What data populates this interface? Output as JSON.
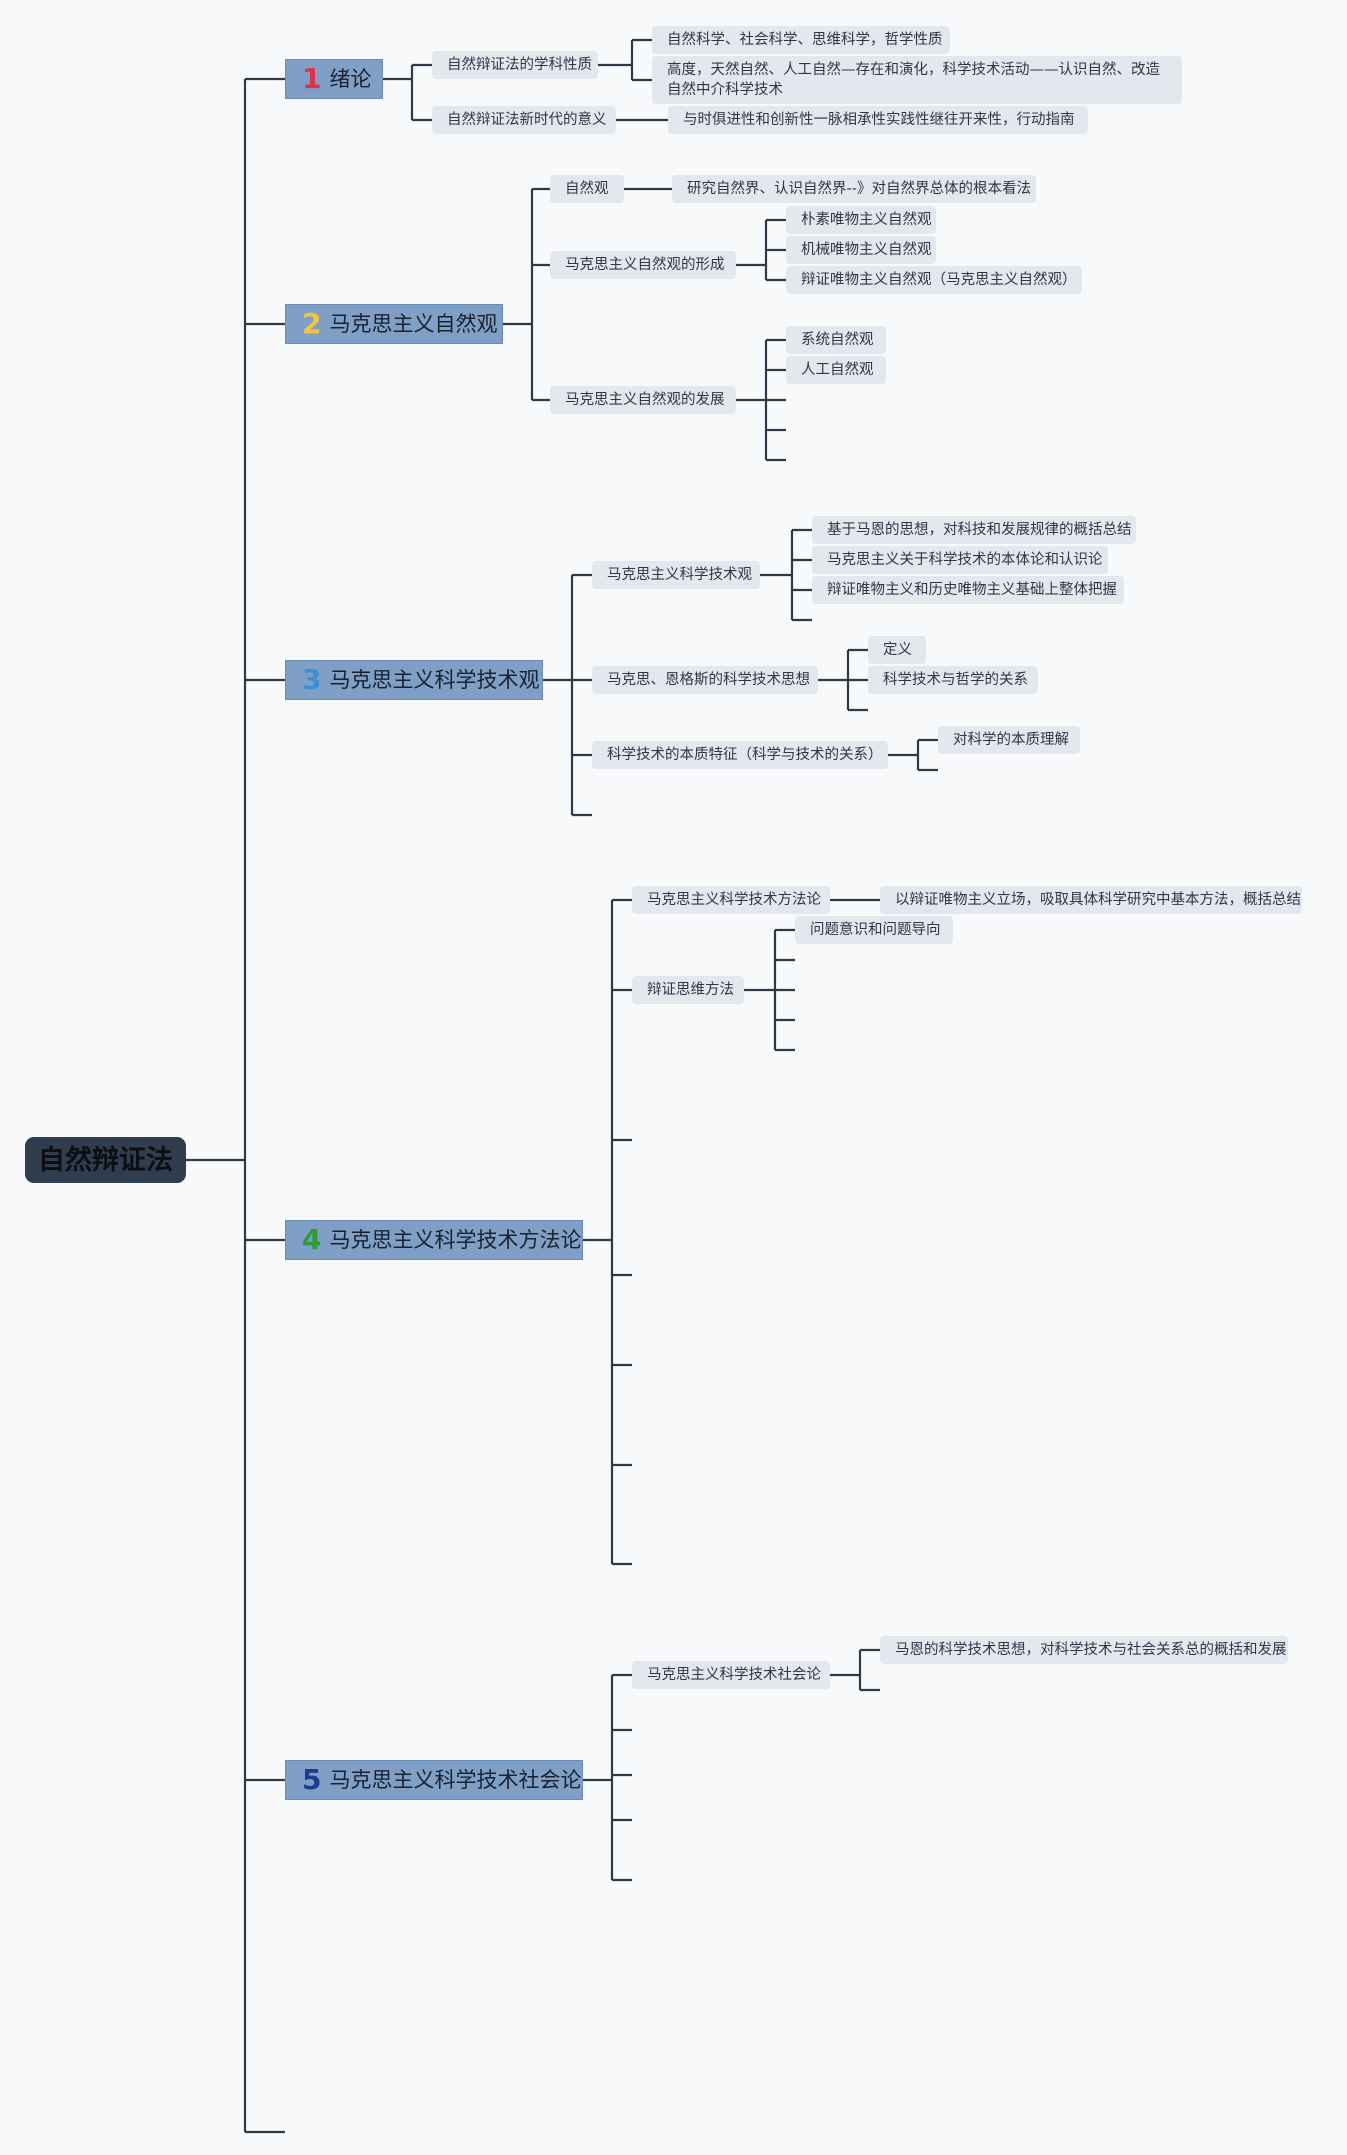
{
  "root": {
    "label": "自然辩证法"
  },
  "branches": [
    {
      "num": "1",
      "num_color": "#e03147",
      "label": "绪论",
      "children": [
        {
          "label": "自然辩证法的学科性质",
          "children": [
            {
              "label": "自然科学、社会科学、思维科学，哲学性质"
            },
            {
              "label": "高度，天然自然、人工自然—存在和演化，科学技术活动——认识自然、改造自然中介科学技术"
            }
          ]
        },
        {
          "label": "自然辩证法新时代的意义",
          "children": [
            {
              "label": "与时俱进性和创新性一脉相承性实践性继往开来性，行动指南"
            }
          ]
        }
      ]
    },
    {
      "num": "2",
      "num_color": "#f5c542",
      "label": "马克思主义自然观",
      "children": [
        {
          "label": "自然观",
          "children": [
            {
              "label": "研究自然界、认识自然界--》对自然界总体的根本看法"
            }
          ]
        },
        {
          "label": "马克思主义自然观的形成",
          "children": [
            {
              "label": "朴素唯物主义自然观"
            },
            {
              "label": "机械唯物主义自然观"
            },
            {
              "label": "辩证唯物主义自然观（马克思主义自然观）"
            }
          ]
        },
        {
          "label": "马克思主义自然观的发展",
          "children": [
            {
              "label": "系统自然观"
            },
            {
              "label": "人工自然观"
            }
          ]
        }
      ]
    },
    {
      "num": "3",
      "num_color": "#3a8fd6",
      "label": "马克思主义科学技术观",
      "children": [
        {
          "label": "马克思主义科学技术观",
          "children": [
            {
              "label": "基于马恩的思想，对科技和发展规律的概括总结"
            },
            {
              "label": "马克思主义关于科学技术的本体论和认识论"
            },
            {
              "label": "辩证唯物主义和历史唯物主义基础上整体把握"
            }
          ]
        },
        {
          "label": "马克思、恩格斯的科学技术思想",
          "children": [
            {
              "label": "定义"
            },
            {
              "label": "科学技术与哲学的关系"
            }
          ]
        },
        {
          "label": "科学技术的本质特征（科学与技术的关系）",
          "children": [
            {
              "label": "对科学的本质理解"
            }
          ]
        }
      ]
    },
    {
      "num": "4",
      "num_color": "#2e9a3a",
      "label": "马克思主义科学技术方法论",
      "children": [
        {
          "label": "马克思主义科学技术方法论",
          "children": [
            {
              "label": "以辩证唯物主义立场，吸取具体科学研究中基本方法，概括总结"
            }
          ]
        },
        {
          "label": "辩证思维方法",
          "children": [
            {
              "label": "问题意识和问题导向"
            }
          ]
        }
      ]
    },
    {
      "num": "5",
      "num_color": "#1f3b8c",
      "label": "马克思主义科学技术社会论",
      "children": [
        {
          "label": "马克思主义科学技术社会论",
          "children": [
            {
              "label": "马恩的科学技术思想，对科学技术与社会关系总的概括和发展"
            }
          ]
        }
      ]
    }
  ]
}
